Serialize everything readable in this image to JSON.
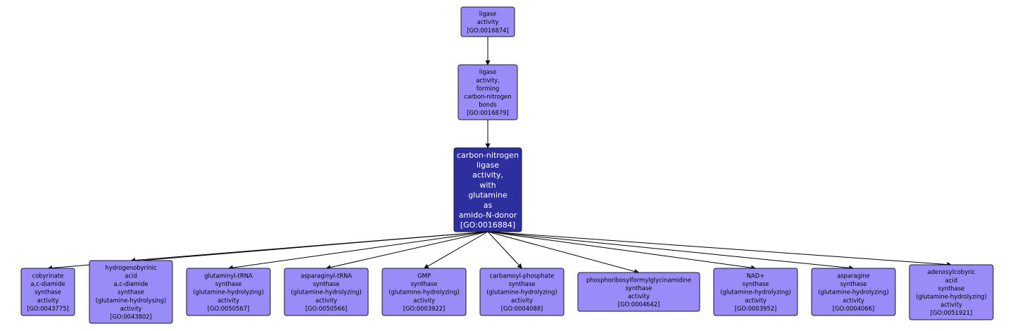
{
  "colors": {
    "node_fill": "#9a8cf8",
    "focus_fill": "#2e2f9f",
    "node_text": "#000000",
    "focus_text": "#ffffff",
    "edge": "#000000"
  },
  "nodes": [
    {
      "id": "GO:0016874",
      "role": "ancestor",
      "lines": [
        "ligase",
        "activity",
        "[GO:0016874]"
      ]
    },
    {
      "id": "GO:0016879",
      "role": "ancestor",
      "lines": [
        "ligase",
        "activity,",
        "forming",
        "carbon-nitrogen",
        "bonds",
        "[GO:0016879]"
      ]
    },
    {
      "id": "GO:0016884",
      "role": "focus",
      "lines": [
        "carbon-nitrogen",
        "ligase",
        "activity,",
        "with",
        "glutamine",
        "as",
        "amido-N-donor",
        "[GO:0016884]"
      ]
    },
    {
      "id": "GO:0043775",
      "role": "child",
      "lines": [
        "cobyrinate",
        "a,c-diamide",
        "synthase",
        "activity",
        "[GO:0043775]"
      ]
    },
    {
      "id": "GO:0043802",
      "role": "child",
      "lines": [
        "hydrogenobyrinic",
        "acid",
        "a,c-diamide",
        "synthase",
        "(glutamine-hydrolysing)",
        "activity",
        "[GO:0043802]"
      ]
    },
    {
      "id": "GO:0050567",
      "role": "child",
      "lines": [
        "glutaminyl-tRNA",
        "synthase",
        "(glutamine-hydrolyzing)",
        "activity",
        "[GO:0050567]"
      ]
    },
    {
      "id": "GO:0050566",
      "role": "child",
      "lines": [
        "asparaginyl-tRNA",
        "synthase",
        "(glutamine-hydrolyzing)",
        "activity",
        "[GO:0050566]"
      ]
    },
    {
      "id": "GO:0003922",
      "role": "child",
      "lines": [
        "GMP",
        "synthase",
        "(glutamine-hydrolyzing)",
        "activity",
        "[GO:0003922]"
      ]
    },
    {
      "id": "GO:0004088",
      "role": "child",
      "lines": [
        "carbamoyl-phosphate",
        "synthase",
        "(glutamine-hydrolyzing)",
        "activity",
        "[GO:0004088]"
      ]
    },
    {
      "id": "GO:0004642",
      "role": "child",
      "lines": [
        "phosphoribosylformylglycinamidine",
        "synthase",
        "activity",
        "[GO:0004642]"
      ]
    },
    {
      "id": "GO:0003952",
      "role": "child",
      "lines": [
        "NAD+",
        "synthase",
        "(glutamine-hydrolyzing)",
        "activity",
        "[GO:0003952]"
      ]
    },
    {
      "id": "GO:0004066",
      "role": "child",
      "lines": [
        "asparagine",
        "synthase",
        "(glutamine-hydrolyzing)",
        "activity",
        "[GO:0004066]"
      ]
    },
    {
      "id": "GO:0051921",
      "role": "child",
      "lines": [
        "adenosylcobyric",
        "acid",
        "synthase",
        "(glutamine-hydrolyzing)",
        "activity",
        "[GO:0051921]"
      ]
    }
  ],
  "edges": [
    {
      "from": "GO:0016874",
      "to": "GO:0016879"
    },
    {
      "from": "GO:0016879",
      "to": "GO:0016884"
    },
    {
      "from": "GO:0016884",
      "to": "GO:0043775"
    },
    {
      "from": "GO:0016884",
      "to": "GO:0043802"
    },
    {
      "from": "GO:0016884",
      "to": "GO:0050567"
    },
    {
      "from": "GO:0016884",
      "to": "GO:0050566"
    },
    {
      "from": "GO:0016884",
      "to": "GO:0003922"
    },
    {
      "from": "GO:0016884",
      "to": "GO:0004088"
    },
    {
      "from": "GO:0016884",
      "to": "GO:0004642"
    },
    {
      "from": "GO:0016884",
      "to": "GO:0003952"
    },
    {
      "from": "GO:0016884",
      "to": "GO:0004066"
    },
    {
      "from": "GO:0016884",
      "to": "GO:0051921"
    }
  ]
}
